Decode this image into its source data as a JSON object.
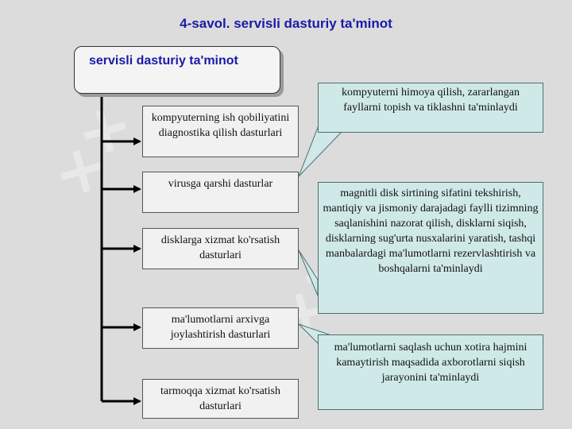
{
  "title": "4-savol. servisli dasturiy ta'minot",
  "root": "servisli dasturiy ta'minot",
  "nodes": [
    "kompyuterning ish qobiliyatini diagnostika qilish dasturlari",
    "virusga qarshi dasturlar",
    "disklarga xizmat ko'rsatish dasturlari",
    "ma'lumotlarni arxivga joylashtirish dasturlari",
    "tarmoqqa xizmat ko'rsatish dasturlari"
  ],
  "callouts": [
    "kompyuterni himoya qilish, zararlangan fayllarni topish va tiklashni ta'minlaydi",
    "magnitli disk sirtining sifatini tekshirish, mantiqiy va jismoniy darajadagi faylli tizimning saqlanishini nazorat qilish, disklarni siqish, disklarning sug'urta nusxalarini yaratish, tashqi manbalardagi ma'lumotlarni rezervlashtirish va boshqalarni ta'minlaydi",
    "ma'lumotlarni saqlash uchun xotira hajmini kamaytirish maqsadida axborotlarni siqish jarayonini ta'minlaydi"
  ],
  "colors": {
    "background": "#dcdcdc",
    "title": "#1a1aa8",
    "callout_fill": "#cfe9e8",
    "node_fill": "#f1f1f1"
  }
}
